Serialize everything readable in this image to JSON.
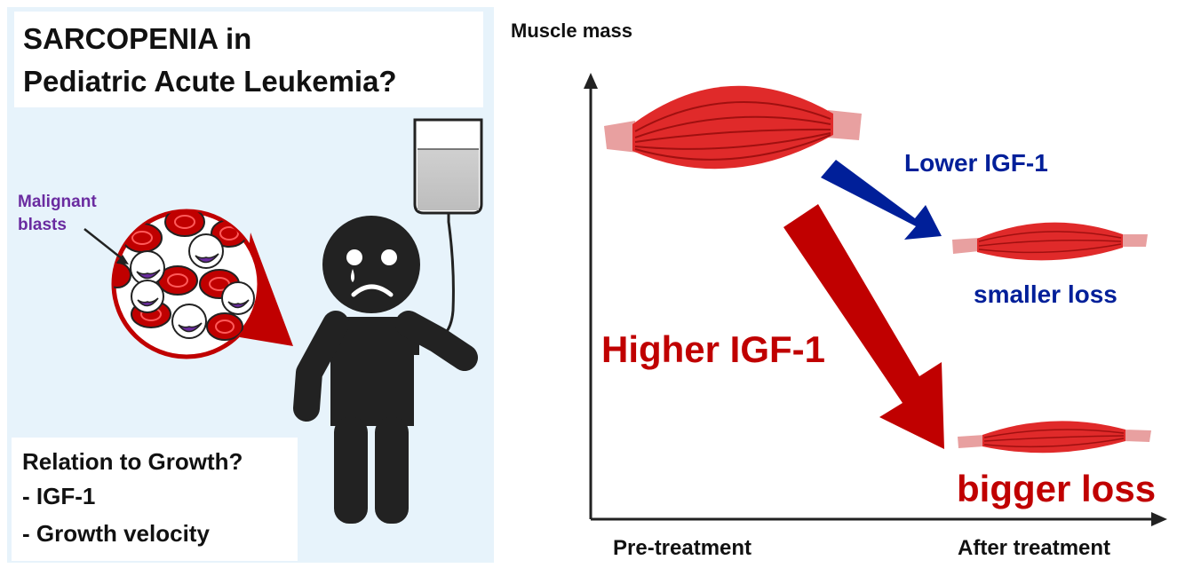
{
  "left_panel": {
    "title_line1": "SARCOPENIA in",
    "title_line2": "Pediatric Acute Leukemia?",
    "blasts_line1": "Malignant",
    "blasts_line2": "blasts",
    "relation_heading": "Relation to Growth?",
    "relation_items": [
      "- IGF-1",
      "- Growth velocity"
    ]
  },
  "right_panel": {
    "y_axis_label": "Muscle mass",
    "x_left_label": "Pre-treatment",
    "x_right_label": "After treatment",
    "lower_igf_label": "Lower IGF-1",
    "smaller_loss_label": "smaller loss",
    "higher_igf_label": "Higher IGF-1",
    "bigger_loss_label": "bigger loss"
  },
  "colors": {
    "muscle_red": "#e02a2a",
    "tendon_pink": "#e8a0a0",
    "arrow_blue": "#001f99",
    "arrow_red": "#c00000",
    "panel_bg": "#e7f3fb",
    "blast_purple": "#6a2ba0"
  }
}
